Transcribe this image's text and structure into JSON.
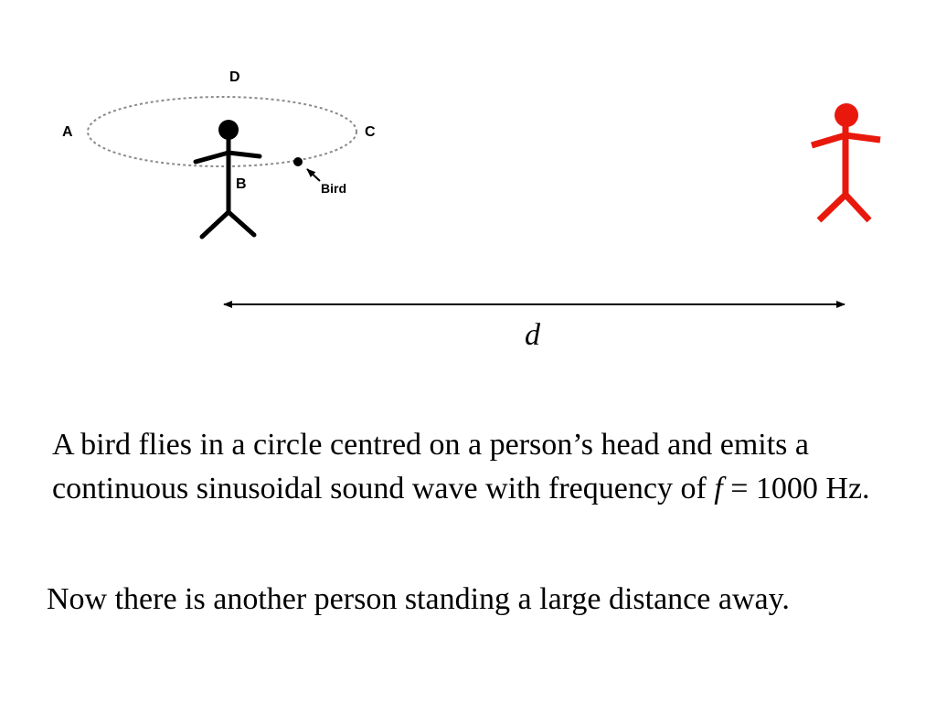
{
  "labels": {
    "A": "A",
    "B": "B",
    "C": "C",
    "D": "D",
    "bird": "Bird",
    "distance": "d"
  },
  "text": {
    "p1_part1": "A bird flies in a circle centred on a person’s head and emits a continuous sinusoidal sound wave with frequency of ",
    "p1_var": "f",
    "p1_part2": " = 1000 Hz.",
    "p2": "Now there is another person standing a large distance away."
  },
  "colors": {
    "first_person": "#000000",
    "second_person": "#e8190c",
    "orbit": "#888888"
  }
}
